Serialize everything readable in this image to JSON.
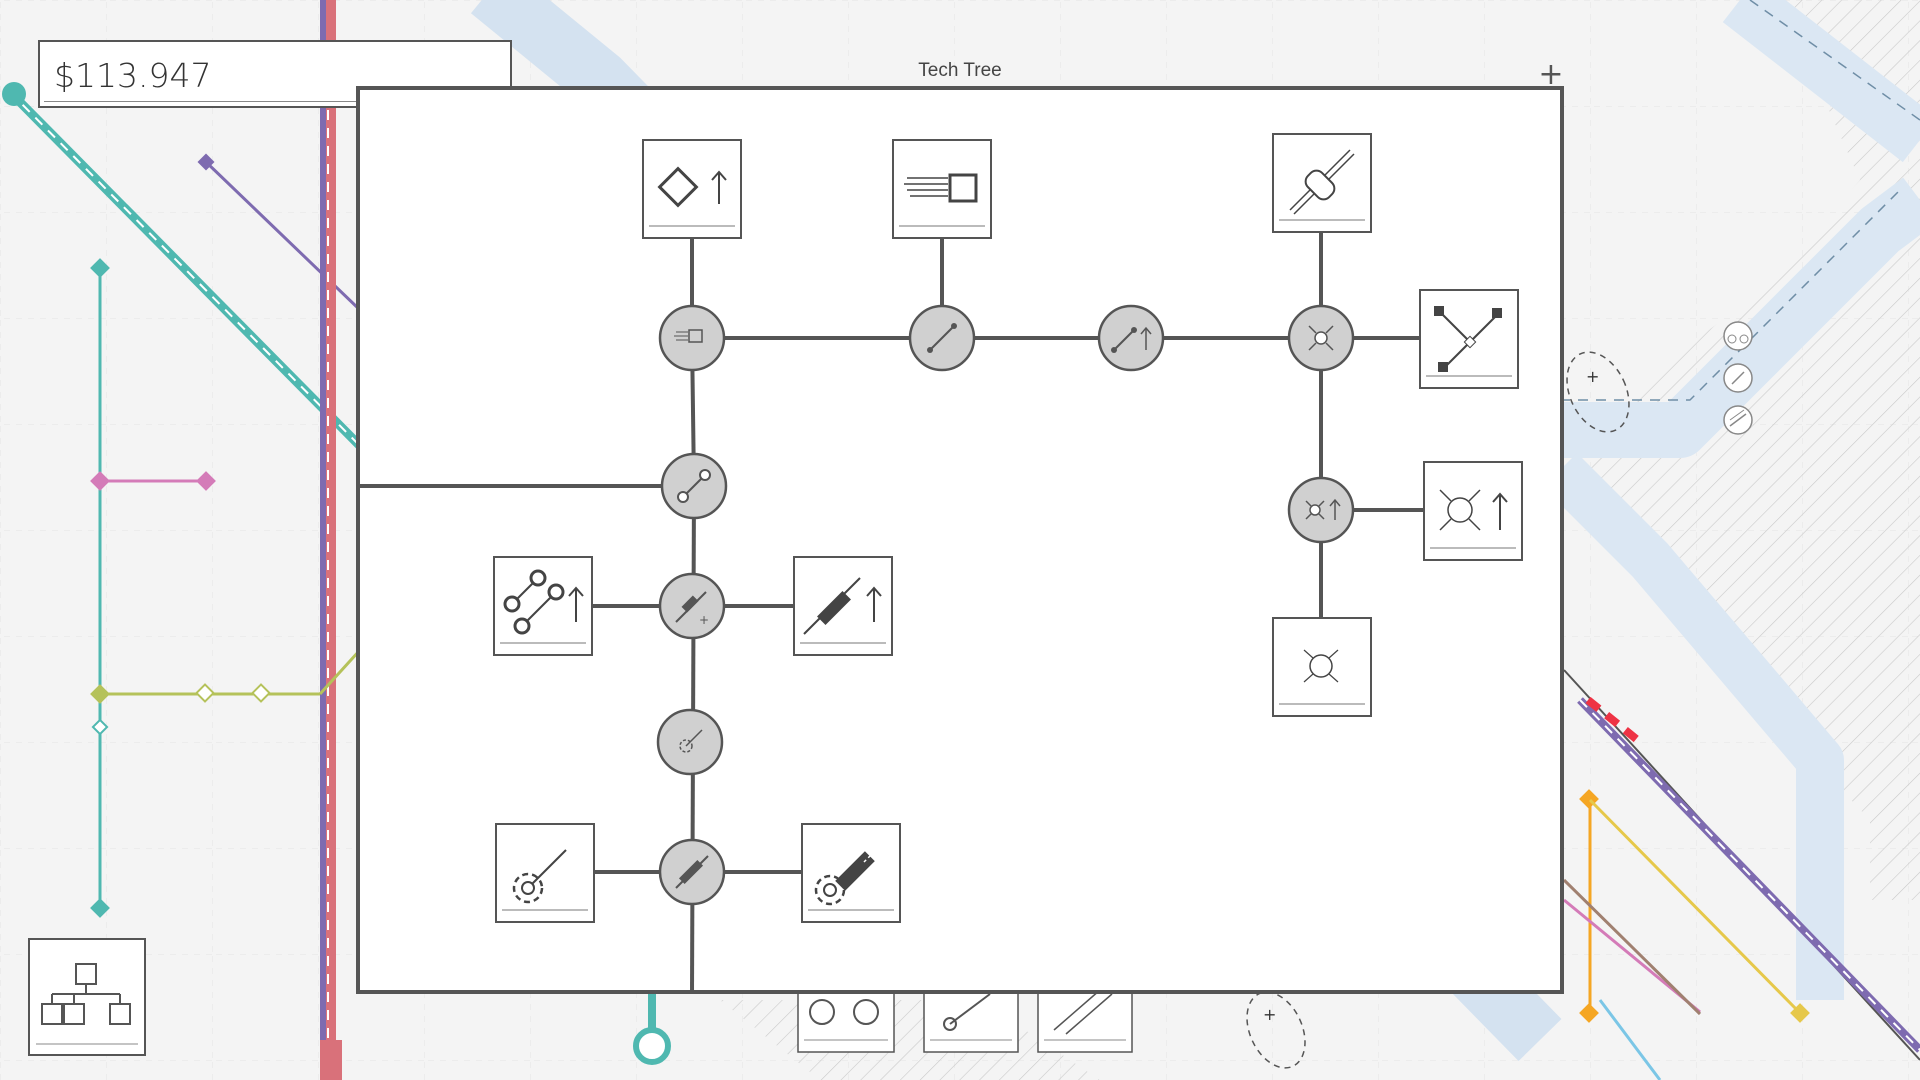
{
  "hud": {
    "money": "$113.947",
    "money_icon": "money-counter"
  },
  "tech_tree": {
    "title": "Tech Tree",
    "close_symbol": "+"
  },
  "side_tools": {
    "icons": [
      "bicycle-icon",
      "line-node-icon",
      "track-icon"
    ],
    "add_station_symbol": "+"
  },
  "bottom_left": {
    "button_icon": "org-chart-icon"
  },
  "colors": {
    "line_teal": "#4fb8b0",
    "line_purple": "#7e6bb0",
    "line_red": "#d9717a",
    "line_pink": "#d47bb8",
    "line_olive": "#b5c25a",
    "line_orange": "#f5a623",
    "line_yellow": "#e6c84a",
    "water": "#dbe7f3",
    "tree_stroke": "#555555",
    "node_fill": "#d0d0d0"
  }
}
